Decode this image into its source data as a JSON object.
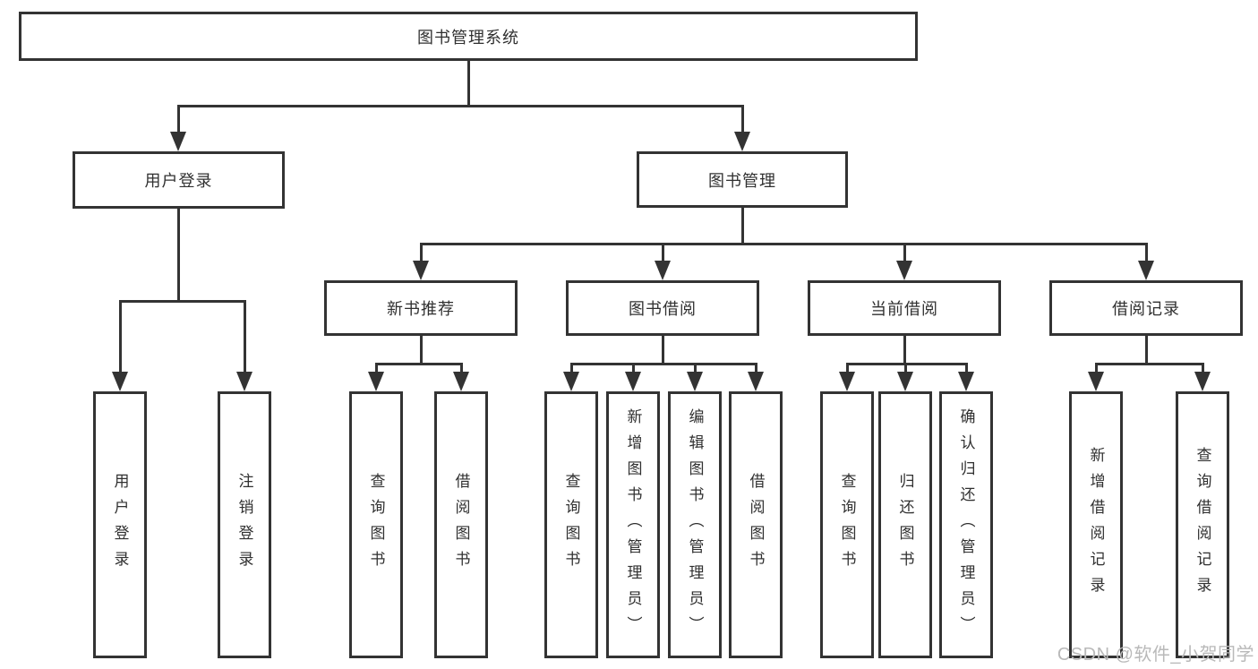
{
  "colors": {
    "line": "#333333",
    "text": "#303030",
    "background": "#ffffff",
    "watermark": "#b9b9b9"
  },
  "diagram": {
    "root": {
      "label": "图书管理系统"
    },
    "branches": [
      {
        "label": "用户登录",
        "children": [
          {
            "label": "用户登录"
          },
          {
            "label": "注销登录"
          }
        ]
      },
      {
        "label": "图书管理",
        "children": [
          {
            "label": "新书推荐",
            "children": [
              {
                "label": "查询图书"
              },
              {
                "label": "借阅图书"
              }
            ]
          },
          {
            "label": "图书借阅",
            "children": [
              {
                "label": "查询图书"
              },
              {
                "label": "新增图书（管理员）"
              },
              {
                "label": "编辑图书（管理员）"
              },
              {
                "label": "借阅图书"
              }
            ]
          },
          {
            "label": "当前借阅",
            "children": [
              {
                "label": "查询图书"
              },
              {
                "label": "归还图书"
              },
              {
                "label": "确认归还（管理员）"
              }
            ]
          },
          {
            "label": "借阅记录",
            "children": [
              {
                "label": "新增借阅记录"
              },
              {
                "label": "查询借阅记录"
              }
            ]
          }
        ]
      }
    ]
  },
  "watermark": {
    "text": "CSDN @软件_小贺同学"
  }
}
